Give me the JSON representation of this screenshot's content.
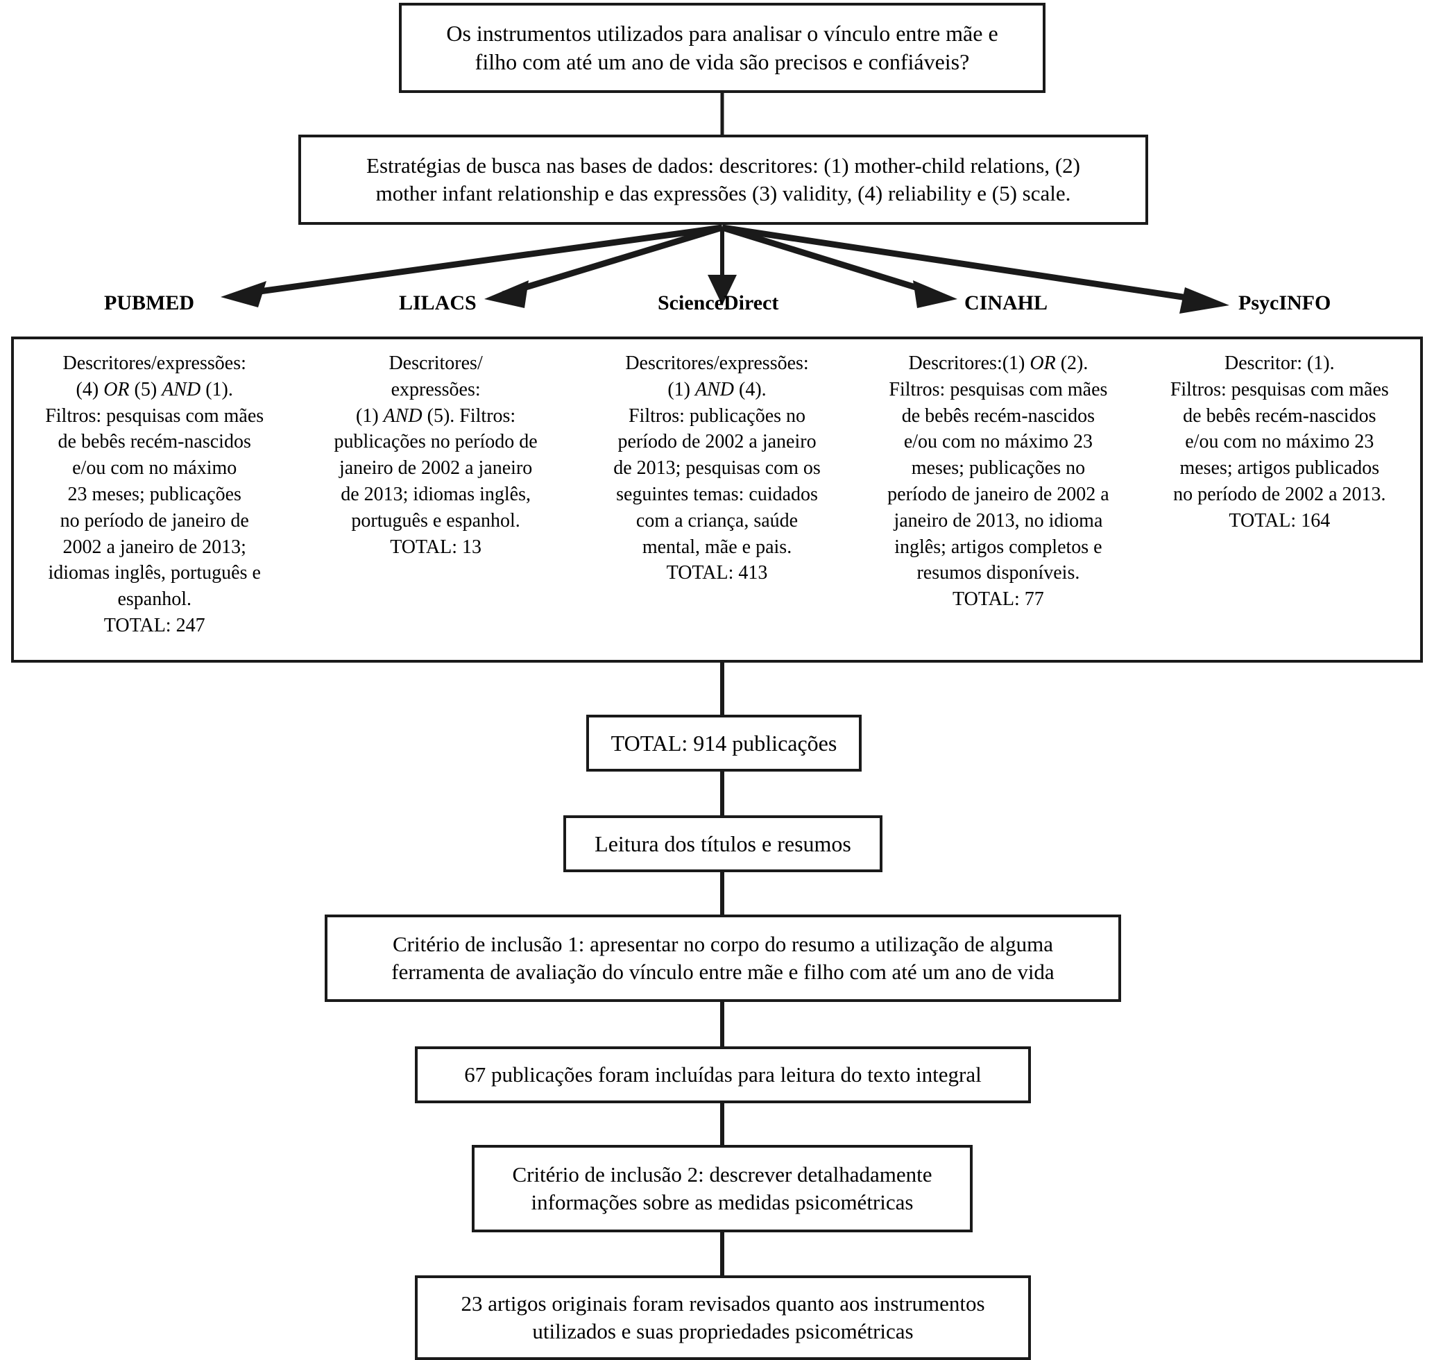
{
  "diagram": {
    "type": "flowchart",
    "title": "Fluxograma de busca e selecao das publicacoes",
    "question_box": "Os instrumentos utilizados para analisar o vínculo entre mãe e\nfilho com até um ano de vida são precisos e confiáveis?",
    "strategy_box": "Estratégias de busca nas bases de dados: descritores: (1) mother-child relations, (2)\nmother infant relationship e das expressões (3) validity, (4) reliability e (5) scale.",
    "databases": [
      {
        "name": "PUBMED",
        "detail": "Descritores/expressões:\n(4) OR (5) AND (1).\nFiltros: pesquisas com mães\nde bebês recém-nascidos\ne/ou com no máximo\n23 meses; publicações\nno período de janeiro de\n2002 a janeiro de 2013;\nidiomas inglês, português e\nespanhol.\nTOTAL: 247",
        "total": 247
      },
      {
        "name": "LILACS",
        "detail": "Descritores/\nexpressões:\n(1) AND (5). Filtros:\npublicações no período de\njaneiro de 2002 a janeiro\nde 2013; idiomas inglês,\nportuguês e espanhol.\nTOTAL: 13",
        "total": 13
      },
      {
        "name": "ScienceDirect",
        "detail": "Descritores/expressões:\n(1) AND (4).\nFiltros: publicações no\nperíodo de 2002 a janeiro\nde 2013; pesquisas com os\nseguintes temas: cuidados\ncom a criança, saúde\nmental, mãe e pais.\nTOTAL: 413",
        "total": 413
      },
      {
        "name": "CINAHL",
        "detail": "Descritores:(1) OR (2).\nFiltros: pesquisas com mães\nde bebês recém-nascidos\ne/ou com no máximo 23\nmeses; publicações no\nperíodo de janeiro de 2002 a\njaneiro de 2013, no idioma\ninglês; artigos completos e\nresumos disponíveis.\nTOTAL: 77",
        "total": 77
      },
      {
        "name": "PsycINFO",
        "detail": "Descritor: (1).\nFiltros: pesquisas com mães\nde bebês recém-nascidos\ne/ou com no máximo 23\nmeses; artigos publicados\nno período de 2002 a 2013.\nTOTAL: 164",
        "total": 164
      }
    ],
    "steps": [
      {
        "id": "total914",
        "text": "TOTAL: 914 publicações"
      },
      {
        "id": "leitura",
        "text": "Leitura dos títulos e resumos"
      },
      {
        "id": "criterio1",
        "text": "Critério de inclusão 1: apresentar no corpo do resumo a utilização de alguma\nferramenta de avaliação do vínculo entre mãe e filho com até um ano de vida"
      },
      {
        "id": "incluidas67",
        "text": "67 publicações foram incluídas para leitura do texto integral"
      },
      {
        "id": "criterio2",
        "text": "Critério de inclusão 2: descrever detalhadamente\ninformações sobre as medidas psicométricas"
      },
      {
        "id": "revisados23",
        "text": "23 artigos originais foram revisados quanto aos instrumentos\nutilizados e suas propriedades psicométricas"
      }
    ],
    "colors": {
      "stroke": "#1a1a1a",
      "background": "#ffffff",
      "text": "#000000"
    }
  }
}
